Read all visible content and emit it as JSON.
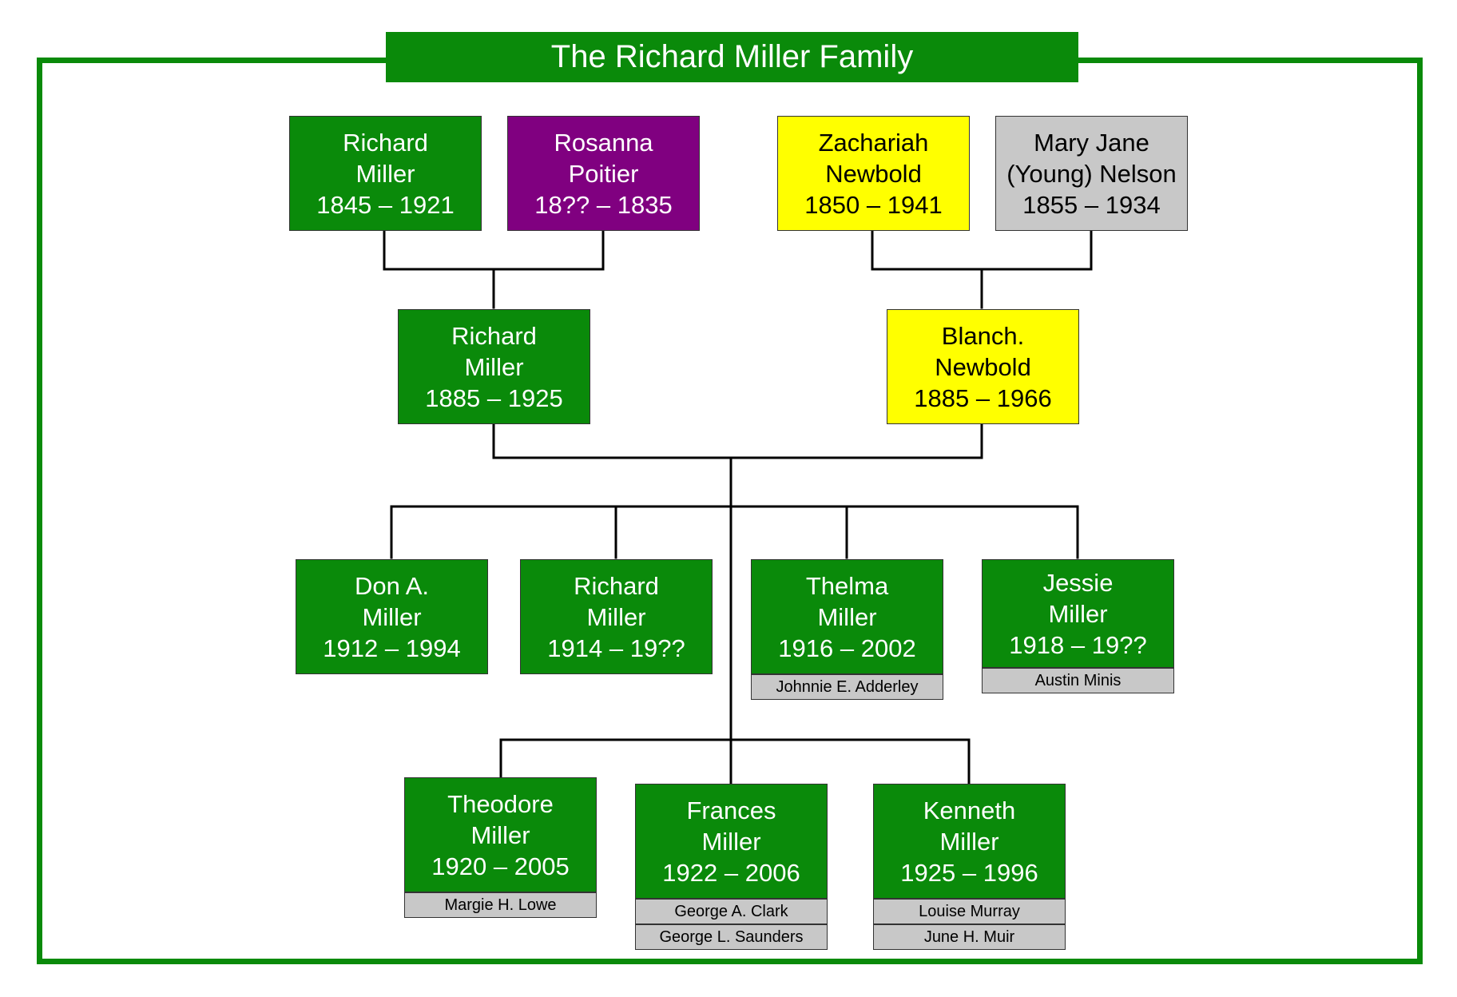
{
  "title": "The Richard Miller Family",
  "colors": {
    "frame": "#0a8a0a",
    "green": "#0a8a0a",
    "purple": "#800080",
    "yellow": "#ffff00",
    "gray": "#c8c8c8"
  },
  "grandparents": [
    {
      "first": "Richard",
      "last": "Miller",
      "years": "1845 – 1921",
      "color": "green"
    },
    {
      "first": "Rosanna",
      "last": "Poitier",
      "years": "18?? – 1835",
      "color": "purple"
    },
    {
      "first": "Zachariah",
      "last": "Newbold",
      "years": "1850 – 1941",
      "color": "yellow"
    },
    {
      "first": "Mary Jane",
      "last": "(Young) Nelson",
      "years": "1855 – 1934",
      "color": "gray"
    }
  ],
  "parents": [
    {
      "first": "Richard",
      "last": "Miller",
      "years": "1885 – 1925",
      "color": "green"
    },
    {
      "first": "Blanch.",
      "last": "Newbold",
      "years": "1885 – 1966",
      "color": "yellow"
    }
  ],
  "children_row1": [
    {
      "first": "Don A.",
      "last": "Miller",
      "years": "1912 – 1994",
      "color": "green",
      "spouses": []
    },
    {
      "first": "Richard",
      "last": "Miller",
      "years": "1914 – 19??",
      "color": "green",
      "spouses": []
    },
    {
      "first": "Thelma",
      "last": "Miller",
      "years": "1916 – 2002",
      "color": "green",
      "spouses": [
        "Johnnie E. Adderley"
      ]
    },
    {
      "first": "Jessie",
      "last": "Miller",
      "years": "1918 – 19??",
      "color": "green",
      "spouses": [
        "Austin Minis"
      ]
    }
  ],
  "children_row2": [
    {
      "first": "Theodore",
      "last": "Miller",
      "years": "1920 – 2005",
      "color": "green",
      "spouses": [
        "Margie H. Lowe"
      ]
    },
    {
      "first": "Frances",
      "last": "Miller",
      "years": "1922 – 2006",
      "color": "green",
      "spouses": [
        "George A. Clark",
        "George L. Saunders"
      ]
    },
    {
      "first": "Kenneth",
      "last": "Miller",
      "years": "1925 – 1996",
      "color": "green",
      "spouses": [
        "Louise Murray",
        "June H. Muir"
      ]
    }
  ]
}
